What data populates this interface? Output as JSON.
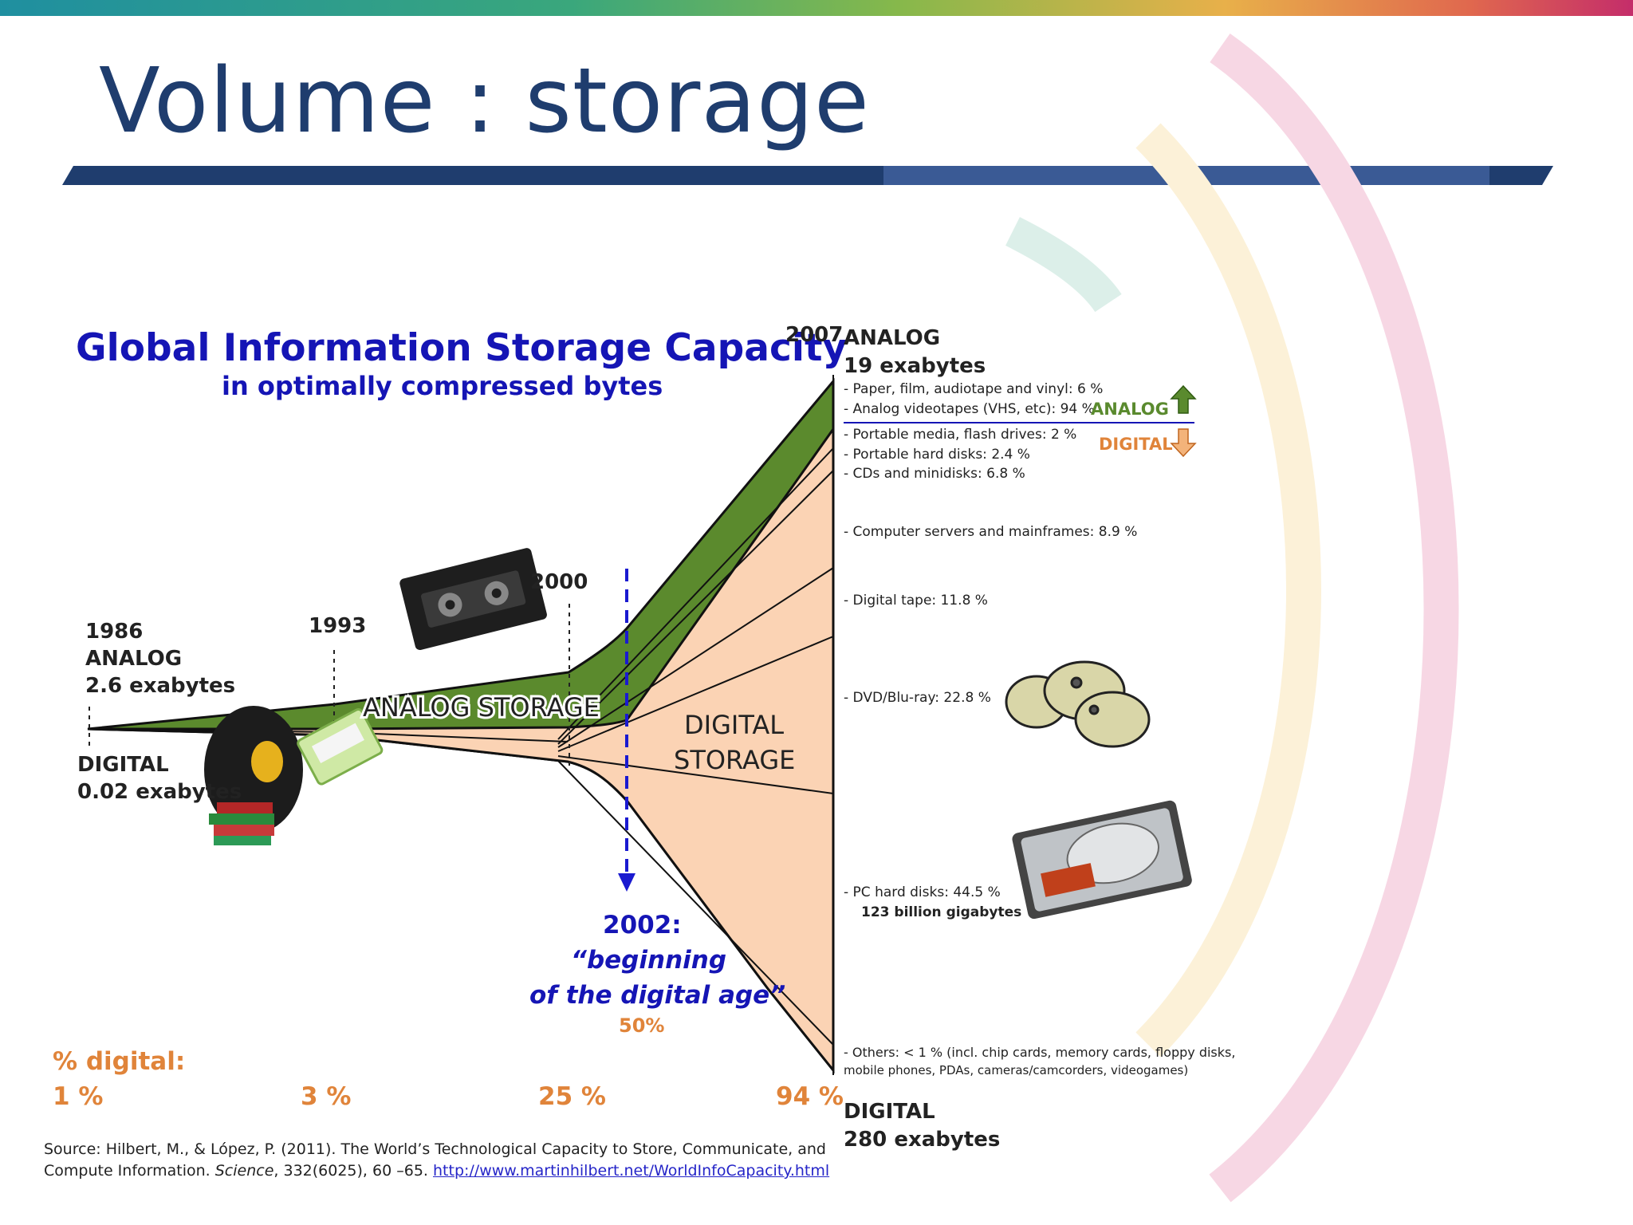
{
  "slide": {
    "title": "Volume : storage"
  },
  "chart_data": {
    "type": "area",
    "title": "Global Information Storage Capacity",
    "subtitle": "in optimally compressed bytes",
    "years": [
      {
        "label": "1986",
        "year": 1986,
        "analog_exabytes": 2.6,
        "digital_exabytes": 0.02,
        "pct_digital": 1
      },
      {
        "label": "1993",
        "year": 1993,
        "pct_digital": 3
      },
      {
        "label": "2000",
        "year": 2000,
        "pct_digital": 25
      },
      {
        "label": "2007",
        "year": 2007,
        "analog_exabytes": 19,
        "digital_exabytes": 280,
        "pct_digital": 94
      }
    ],
    "labels": {
      "y1986": "1986",
      "analog_1986": "ANALOG",
      "analog_1986_val": "2.6 exabytes",
      "digital_1986": "DIGITAL",
      "digital_1986_val": "0.02 exabytes",
      "y1993": "1993",
      "y2000": "2000",
      "y2007": "2007",
      "analog_2007": "ANALOG",
      "analog_2007_val": "19 exabytes",
      "digital_2007": "DIGITAL",
      "digital_2007_val": "280 exabytes",
      "analog_storage": "ANALOG STORAGE",
      "digital_storage_1": "DIGITAL",
      "digital_storage_2": "STORAGE",
      "digital_age_1": "2002:",
      "digital_age_2": "“beginning",
      "digital_age_3": "of the digital age”",
      "digital_age_pct": "50%",
      "pct_digital_title": "% digital:",
      "pct_1": "1 %",
      "pct_2": "3 %",
      "pct_3": "25 %",
      "pct_4": "94 %",
      "legend_analog": "ANALOG",
      "legend_digital": "DIGITAL"
    },
    "analog_breakdown": [
      {
        "label": "- Paper, film, audiotape and vinyl: 6 %",
        "pct": 6
      },
      {
        "label": "- Analog videotapes (VHS, etc): 94 %",
        "pct": 94
      }
    ],
    "digital_breakdown": [
      {
        "label": "- Portable media, flash drives: 2 %",
        "pct": 2
      },
      {
        "label": "- Portable hard disks: 2.4 %",
        "pct": 2.4
      },
      {
        "label": "- CDs and minidisks: 6.8 %",
        "pct": 6.8
      },
      {
        "label": "- Computer  servers and mainframes: 8.9 %",
        "pct": 8.9
      },
      {
        "label": "- Digital tape: 11.8 %",
        "pct": 11.8
      },
      {
        "label": "- DVD/Blu-ray: 22.8 %",
        "pct": 22.8
      },
      {
        "label": "- PC hard disks: 44.5 %",
        "pct": 44.5
      },
      {
        "label": "- Others: < 1 % (incl. chip cards, memory cards, floppy disks,",
        "pct": 1
      }
    ],
    "pc_hard_disk_note": "123 billion  gigabytes",
    "others_line2": "mobile phones, PDAs, cameras/camcorders, videogames)",
    "colors": {
      "analog": "#5a8a2e",
      "digital": "#fbd3b4",
      "title": "#1515b5",
      "pct": "#e0843a",
      "marker": "#1a1ad0"
    }
  },
  "source": {
    "text": "Source: Hilbert, M., & López, P. (2011). The World’s Technological Capacity to Store, Communicate, and",
    "line2_a": "Compute Information.",
    "journal": "Science",
    "line2_b": ", 332(6025), 60 –65.",
    "url": "http://www.martinhilbert.net/WorldInfoCapacity.html"
  }
}
